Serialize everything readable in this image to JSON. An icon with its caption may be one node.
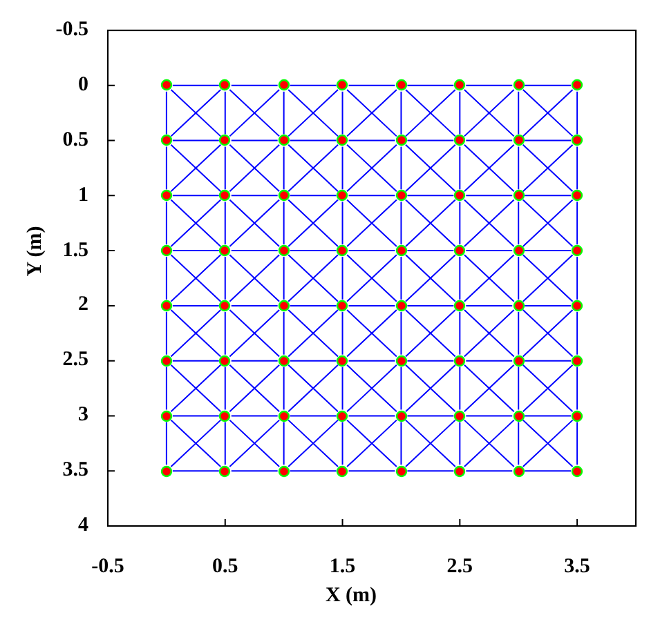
{
  "diagram": {
    "nodes": [
      {
        "text": [],
        "shape": "circle"
      },
      {
        "text": [],
        "shape": "circle"
      },
      {
        "text": [],
        "shape": "circle"
      },
      {
        "text": [],
        "shape": "circle"
      },
      {
        "text": [],
        "shape": "circle"
      },
      {
        "text": [],
        "shape": "circle"
      },
      {
        "text": [],
        "shape": "circle"
      },
      {
        "text": [],
        "shape": "circle"
      },
      {
        "text": [],
        "shape": "circle"
      },
      {
        "text": [],
        "shape": "circle"
      },
      {
        "text": [],
        "shape": "circle"
      },
      {
        "text": [],
        "shape": "circle"
      },
      {
        "text": [],
        "shape": "circle"
      },
      {
        "text": [],
        "shape": "circle"
      },
      {
        "text": [],
        "shape": "circle"
      },
      {
        "text": [],
        "shape": "circle"
      },
      {
        "text": [],
        "shape": "circle"
      },
      {
        "text": [],
        "shape": "circle"
      },
      {
        "text": [],
        "shape": "circle"
      },
      {
        "text": [],
        "shape": "circle"
      },
      {
        "text": [],
        "shape": "circle"
      },
      {
        "text": [],
        "shape": "circle"
      },
      {
        "text": [],
        "shape": "circle"
      },
      {
        "text": [],
        "shape": "circle"
      },
      {
        "text": [],
        "shape": "circle"
      },
      {
        "text": [],
        "shape": "circle"
      },
      {
        "text": [],
        "shape": "circle"
      },
      {
        "text": [],
        "shape": "circle"
      },
      {
        "text": [],
        "shape": "circle"
      },
      {
        "text": [],
        "shape": "circle"
      },
      {
        "text": [],
        "shape": "circle"
      },
      {
        "text": [],
        "shape": "circle"
      },
      {
        "text": [],
        "shape": "circle"
      },
      {
        "text": [],
        "shape": "circle"
      },
      {
        "text": [],
        "shape": "circle"
      },
      {
        "text": [],
        "shape": "circle"
      },
      {
        "text": [],
        "shape": "circle"
      },
      {
        "text": [],
        "shape": "circle"
      },
      {
        "text": [],
        "shape": "circle"
      },
      {
        "text": [],
        "shape": "circle"
      },
      {
        "text": [],
        "shape": "circle"
      },
      {
        "text": [],
        "shape": "circle"
      },
      {
        "text": [],
        "shape": "circle"
      },
      {
        "text": [],
        "shape": "circle"
      },
      {
        "text": [],
        "shape": "circle"
      },
      {
        "text": [],
        "shape": "circle"
      },
      {
        "text": [],
        "shape": "circle"
      },
      {
        "text": [],
        "shape": "circle"
      },
      {
        "text": [],
        "shape": "circle"
      },
      {
        "text": [],
        "shape": "circle"
      },
      {
        "text": [],
        "shape": "circle"
      },
      {
        "text": [],
        "shape": "circle"
      },
      {
        "text": [],
        "shape": "circle"
      },
      {
        "text": [],
        "shape": "circle"
      },
      {
        "text": [],
        "shape": "circle"
      },
      {
        "text": [],
        "shape": "circle"
      },
      {
        "text": [],
        "shape": "circle"
      },
      {
        "text": [],
        "shape": "circle"
      },
      {
        "text": [],
        "shape": "circle"
      },
      {
        "text": [],
        "shape": "circle"
      },
      {
        "text": [],
        "shape": "circle"
      },
      {
        "text": [],
        "shape": "circle"
      },
      {
        "text": [],
        "shape": "circle"
      },
      {
        "text": [],
        "shape": "circle"
      }
    ],
    "edges": [
      {
        "from": 0,
        "to": 1,
        "arrow": "none"
      },
      {
        "from": 1,
        "to": 2,
        "arrow": "none"
      },
      {
        "from": 2,
        "to": 3,
        "arrow": "none"
      },
      {
        "from": 3,
        "to": 4,
        "arrow": "none"
      },
      {
        "from": 4,
        "to": 5,
        "arrow": "none"
      },
      {
        "from": 5,
        "to": 6,
        "arrow": "none"
      },
      {
        "from": 6,
        "to": 7,
        "arrow": "none"
      },
      {
        "from": 8,
        "to": 9,
        "arrow": "none"
      },
      {
        "from": 9,
        "to": 10,
        "arrow": "none"
      },
      {
        "from": 10,
        "to": 11,
        "arrow": "none"
      },
      {
        "from": 11,
        "to": 12,
        "arrow": "none"
      },
      {
        "from": 12,
        "to": 13,
        "arrow": "none"
      },
      {
        "from": 13,
        "to": 14,
        "arrow": "none"
      },
      {
        "from": 14,
        "to": 15,
        "arrow": "none"
      },
      {
        "from": 16,
        "to": 17,
        "arrow": "none"
      },
      {
        "from": 17,
        "to": 18,
        "arrow": "none"
      },
      {
        "from": 18,
        "to": 19,
        "arrow": "none"
      },
      {
        "from": 19,
        "to": 20,
        "arrow": "none"
      },
      {
        "from": 20,
        "to": 21,
        "arrow": "none"
      },
      {
        "from": 21,
        "to": 22,
        "arrow": "none"
      },
      {
        "from": 22,
        "to": 23,
        "arrow": "none"
      },
      {
        "from": 24,
        "to": 25,
        "arrow": "none"
      },
      {
        "from": 25,
        "to": 26,
        "arrow": "none"
      },
      {
        "from": 26,
        "to": 27,
        "arrow": "none"
      },
      {
        "from": 27,
        "to": 28,
        "arrow": "none"
      },
      {
        "from": 28,
        "to": 29,
        "arrow": "none"
      },
      {
        "from": 29,
        "to": 30,
        "arrow": "none"
      },
      {
        "from": 30,
        "to": 31,
        "arrow": "none"
      },
      {
        "from": 32,
        "to": 33,
        "arrow": "none"
      },
      {
        "from": 33,
        "to": 34,
        "arrow": "none"
      },
      {
        "from": 34,
        "to": 35,
        "arrow": "none"
      },
      {
        "from": 35,
        "to": 36,
        "arrow": "none"
      },
      {
        "from": 36,
        "to": 37,
        "arrow": "none"
      },
      {
        "from": 37,
        "to": 38,
        "arrow": "none"
      },
      {
        "from": 38,
        "to": 39,
        "arrow": "none"
      },
      {
        "from": 40,
        "to": 41,
        "arrow": "none"
      },
      {
        "from": 41,
        "to": 42,
        "arrow": "none"
      },
      {
        "from": 42,
        "to": 43,
        "arrow": "none"
      },
      {
        "from": 43,
        "to": 44,
        "arrow": "none"
      },
      {
        "from": 44,
        "to": 45,
        "arrow": "none"
      },
      {
        "from": 45,
        "to": 46,
        "arrow": "none"
      },
      {
        "from": 46,
        "to": 47,
        "arrow": "none"
      },
      {
        "from": 48,
        "to": 49,
        "arrow": "none"
      },
      {
        "from": 49,
        "to": 50,
        "arrow": "none"
      },
      {
        "from": 50,
        "to": 51,
        "arrow": "none"
      },
      {
        "from": 51,
        "to": 52,
        "arrow": "none"
      },
      {
        "from": 52,
        "to": 53,
        "arrow": "none"
      },
      {
        "from": 53,
        "to": 54,
        "arrow": "none"
      },
      {
        "from": 54,
        "to": 55,
        "arrow": "none"
      },
      {
        "from": 56,
        "to": 57,
        "arrow": "none"
      },
      {
        "from": 57,
        "to": 58,
        "arrow": "none"
      },
      {
        "from": 58,
        "to": 59,
        "arrow": "none"
      },
      {
        "from": 59,
        "to": 60,
        "arrow": "none"
      },
      {
        "from": 60,
        "to": 61,
        "arrow": "none"
      },
      {
        "from": 61,
        "to": 62,
        "arrow": "none"
      },
      {
        "from": 62,
        "to": 63,
        "arrow": "none"
      },
      {
        "from": 0,
        "to": 8,
        "arrow": "none"
      },
      {
        "from": 1,
        "to": 9,
        "arrow": "none"
      },
      {
        "from": 2,
        "to": 10,
        "arrow": "none"
      },
      {
        "from": 3,
        "to": 11,
        "arrow": "none"
      },
      {
        "from": 4,
        "to": 12,
        "arrow": "none"
      },
      {
        "from": 5,
        "to": 13,
        "arrow": "none"
      },
      {
        "from": 6,
        "to": 14,
        "arrow": "none"
      },
      {
        "from": 7,
        "to": 15,
        "arrow": "none"
      },
      {
        "from": 8,
        "to": 16,
        "arrow": "none"
      },
      {
        "from": 9,
        "to": 17,
        "arrow": "none"
      },
      {
        "from": 10,
        "to": 18,
        "arrow": "none"
      },
      {
        "from": 11,
        "to": 19,
        "arrow": "none"
      },
      {
        "from": 12,
        "to": 20,
        "arrow": "none"
      },
      {
        "from": 13,
        "to": 21,
        "arrow": "none"
      },
      {
        "from": 14,
        "to": 22,
        "arrow": "none"
      },
      {
        "from": 15,
        "to": 23,
        "arrow": "none"
      },
      {
        "from": 16,
        "to": 24,
        "arrow": "none"
      },
      {
        "from": 17,
        "to": 25,
        "arrow": "none"
      },
      {
        "from": 18,
        "to": 26,
        "arrow": "none"
      },
      {
        "from": 19,
        "to": 27,
        "arrow": "none"
      },
      {
        "from": 20,
        "to": 28,
        "arrow": "none"
      },
      {
        "from": 21,
        "to": 29,
        "arrow": "none"
      },
      {
        "from": 22,
        "to": 30,
        "arrow": "none"
      },
      {
        "from": 23,
        "to": 31,
        "arrow": "none"
      },
      {
        "from": 24,
        "to": 32,
        "arrow": "none"
      },
      {
        "from": 25,
        "to": 33,
        "arrow": "none"
      },
      {
        "from": 26,
        "to": 34,
        "arrow": "none"
      },
      {
        "from": 27,
        "to": 35,
        "arrow": "none"
      },
      {
        "from": 28,
        "to": 36,
        "arrow": "none"
      },
      {
        "from": 29,
        "to": 37,
        "arrow": "none"
      },
      {
        "from": 30,
        "to": 38,
        "arrow": "none"
      },
      {
        "from": 31,
        "to": 39,
        "arrow": "none"
      },
      {
        "from": 32,
        "to": 40,
        "arrow": "none"
      },
      {
        "from": 33,
        "to": 41,
        "arrow": "none"
      },
      {
        "from": 34,
        "to": 42,
        "arrow": "none"
      },
      {
        "from": 35,
        "to": 43,
        "arrow": "none"
      },
      {
        "from": 36,
        "to": 44,
        "arrow": "none"
      },
      {
        "from": 37,
        "to": 45,
        "arrow": "none"
      },
      {
        "from": 38,
        "to": 46,
        "arrow": "none"
      },
      {
        "from": 39,
        "to": 47,
        "arrow": "none"
      },
      {
        "from": 40,
        "to": 48,
        "arrow": "none"
      },
      {
        "from": 41,
        "to": 49,
        "arrow": "none"
      },
      {
        "from": 42,
        "to": 50,
        "arrow": "none"
      },
      {
        "from": 43,
        "to": 51,
        "arrow": "none"
      },
      {
        "from": 44,
        "to": 52,
        "arrow": "none"
      },
      {
        "from": 45,
        "to": 53,
        "arrow": "none"
      },
      {
        "from": 46,
        "to": 54,
        "arrow": "none"
      },
      {
        "from": 47,
        "to": 55,
        "arrow": "none"
      },
      {
        "from": 48,
        "to": 56,
        "arrow": "none"
      },
      {
        "from": 49,
        "to": 57,
        "arrow": "none"
      },
      {
        "from": 50,
        "to": 58,
        "arrow": "none"
      },
      {
        "from": 51,
        "to": 59,
        "arrow": "none"
      },
      {
        "from": 52,
        "to": 60,
        "arrow": "none"
      },
      {
        "from": 53,
        "to": 61,
        "arrow": "none"
      },
      {
        "from": 54,
        "to": 62,
        "arrow": "none"
      },
      {
        "from": 55,
        "to": 63,
        "arrow": "none"
      },
      {
        "from": 0,
        "to": 9,
        "arrow": "none"
      },
      {
        "from": 1,
        "to": 8,
        "arrow": "none"
      },
      {
        "from": 1,
        "to": 10,
        "arrow": "none"
      },
      {
        "from": 2,
        "to": 9,
        "arrow": "none"
      },
      {
        "from": 2,
        "to": 11,
        "arrow": "none"
      },
      {
        "from": 3,
        "to": 10,
        "arrow": "none"
      },
      {
        "from": 3,
        "to": 12,
        "arrow": "none"
      },
      {
        "from": 4,
        "to": 11,
        "arrow": "none"
      },
      {
        "from": 4,
        "to": 13,
        "arrow": "none"
      },
      {
        "from": 5,
        "to": 12,
        "arrow": "none"
      },
      {
        "from": 5,
        "to": 14,
        "arrow": "none"
      },
      {
        "from": 6,
        "to": 13,
        "arrow": "none"
      },
      {
        "from": 6,
        "to": 15,
        "arrow": "none"
      },
      {
        "from": 7,
        "to": 14,
        "arrow": "none"
      },
      {
        "from": 8,
        "to": 17,
        "arrow": "none"
      },
      {
        "from": 9,
        "to": 16,
        "arrow": "none"
      },
      {
        "from": 9,
        "to": 18,
        "arrow": "none"
      },
      {
        "from": 10,
        "to": 17,
        "arrow": "none"
      },
      {
        "from": 10,
        "to": 19,
        "arrow": "none"
      },
      {
        "from": 11,
        "to": 18,
        "arrow": "none"
      },
      {
        "from": 11,
        "to": 20,
        "arrow": "none"
      },
      {
        "from": 12,
        "to": 19,
        "arrow": "none"
      },
      {
        "from": 12,
        "to": 21,
        "arrow": "none"
      },
      {
        "from": 13,
        "to": 20,
        "arrow": "none"
      },
      {
        "from": 13,
        "to": 22,
        "arrow": "none"
      },
      {
        "from": 14,
        "to": 21,
        "arrow": "none"
      },
      {
        "from": 14,
        "to": 23,
        "arrow": "none"
      },
      {
        "from": 15,
        "to": 22,
        "arrow": "none"
      },
      {
        "from": 16,
        "to": 25,
        "arrow": "none"
      },
      {
        "from": 17,
        "to": 24,
        "arrow": "none"
      },
      {
        "from": 17,
        "to": 26,
        "arrow": "none"
      },
      {
        "from": 18,
        "to": 25,
        "arrow": "none"
      },
      {
        "from": 18,
        "to": 27,
        "arrow": "none"
      },
      {
        "from": 19,
        "to": 26,
        "arrow": "none"
      },
      {
        "from": 19,
        "to": 28,
        "arrow": "none"
      },
      {
        "from": 20,
        "to": 27,
        "arrow": "none"
      },
      {
        "from": 20,
        "to": 29,
        "arrow": "none"
      },
      {
        "from": 21,
        "to": 28,
        "arrow": "none"
      },
      {
        "from": 21,
        "to": 30,
        "arrow": "none"
      },
      {
        "from": 22,
        "to": 29,
        "arrow": "none"
      },
      {
        "from": 22,
        "to": 31,
        "arrow": "none"
      },
      {
        "from": 23,
        "to": 30,
        "arrow": "none"
      },
      {
        "from": 24,
        "to": 33,
        "arrow": "none"
      },
      {
        "from": 25,
        "to": 32,
        "arrow": "none"
      },
      {
        "from": 25,
        "to": 34,
        "arrow": "none"
      },
      {
        "from": 26,
        "to": 33,
        "arrow": "none"
      },
      {
        "from": 26,
        "to": 35,
        "arrow": "none"
      },
      {
        "from": 27,
        "to": 34,
        "arrow": "none"
      },
      {
        "from": 27,
        "to": 36,
        "arrow": "none"
      },
      {
        "from": 28,
        "to": 35,
        "arrow": "none"
      },
      {
        "from": 28,
        "to": 37,
        "arrow": "none"
      },
      {
        "from": 29,
        "to": 36,
        "arrow": "none"
      },
      {
        "from": 29,
        "to": 38,
        "arrow": "none"
      },
      {
        "from": 30,
        "to": 37,
        "arrow": "none"
      },
      {
        "from": 30,
        "to": 39,
        "arrow": "none"
      },
      {
        "from": 31,
        "to": 38,
        "arrow": "none"
      },
      {
        "from": 32,
        "to": 41,
        "arrow": "none"
      },
      {
        "from": 33,
        "to": 40,
        "arrow": "none"
      },
      {
        "from": 33,
        "to": 42,
        "arrow": "none"
      },
      {
        "from": 34,
        "to": 41,
        "arrow": "none"
      },
      {
        "from": 34,
        "to": 43,
        "arrow": "none"
      },
      {
        "from": 35,
        "to": 42,
        "arrow": "none"
      },
      {
        "from": 35,
        "to": 44,
        "arrow": "none"
      },
      {
        "from": 36,
        "to": 43,
        "arrow": "none"
      },
      {
        "from": 36,
        "to": 45,
        "arrow": "none"
      },
      {
        "from": 37,
        "to": 44,
        "arrow": "none"
      },
      {
        "from": 37,
        "to": 46,
        "arrow": "none"
      },
      {
        "from": 38,
        "to": 45,
        "arrow": "none"
      },
      {
        "from": 38,
        "to": 47,
        "arrow": "none"
      },
      {
        "from": 39,
        "to": 46,
        "arrow": "none"
      },
      {
        "from": 40,
        "to": 49,
        "arrow": "none"
      },
      {
        "from": 41,
        "to": 48,
        "arrow": "none"
      },
      {
        "from": 41,
        "to": 50,
        "arrow": "none"
      },
      {
        "from": 42,
        "to": 49,
        "arrow": "none"
      },
      {
        "from": 42,
        "to": 51,
        "arrow": "none"
      },
      {
        "from": 43,
        "to": 50,
        "arrow": "none"
      },
      {
        "from": 43,
        "to": 52,
        "arrow": "none"
      },
      {
        "from": 44,
        "to": 51,
        "arrow": "none"
      },
      {
        "from": 44,
        "to": 53,
        "arrow": "none"
      },
      {
        "from": 45,
        "to": 52,
        "arrow": "none"
      },
      {
        "from": 45,
        "to": 54,
        "arrow": "none"
      },
      {
        "from": 46,
        "to": 53,
        "arrow": "none"
      },
      {
        "from": 46,
        "to": 55,
        "arrow": "none"
      },
      {
        "from": 47,
        "to": 54,
        "arrow": "none"
      },
      {
        "from": 48,
        "to": 57,
        "arrow": "none"
      },
      {
        "from": 49,
        "to": 56,
        "arrow": "none"
      },
      {
        "from": 49,
        "to": 58,
        "arrow": "none"
      },
      {
        "from": 50,
        "to": 57,
        "arrow": "none"
      },
      {
        "from": 50,
        "to": 59,
        "arrow": "none"
      },
      {
        "from": 51,
        "to": 58,
        "arrow": "none"
      },
      {
        "from": 51,
        "to": 60,
        "arrow": "none"
      },
      {
        "from": 52,
        "to": 59,
        "arrow": "none"
      },
      {
        "from": 52,
        "to": 61,
        "arrow": "none"
      },
      {
        "from": 53,
        "to": 60,
        "arrow": "none"
      },
      {
        "from": 53,
        "to": 62,
        "arrow": "none"
      },
      {
        "from": 54,
        "to": 61,
        "arrow": "none"
      },
      {
        "from": 54,
        "to": 63,
        "arrow": "none"
      },
      {
        "from": 55,
        "to": 62,
        "arrow": "none"
      }
    ],
    "labels": [
      "-0.5",
      "0",
      "0.5",
      "1",
      "1.5",
      "2",
      "2.5",
      "3",
      "3.5",
      "4",
      "Y (m)",
      "-0.5",
      "0.5",
      "1.5",
      "2.5",
      "3.5",
      "X (m)"
    ]
  }
}
